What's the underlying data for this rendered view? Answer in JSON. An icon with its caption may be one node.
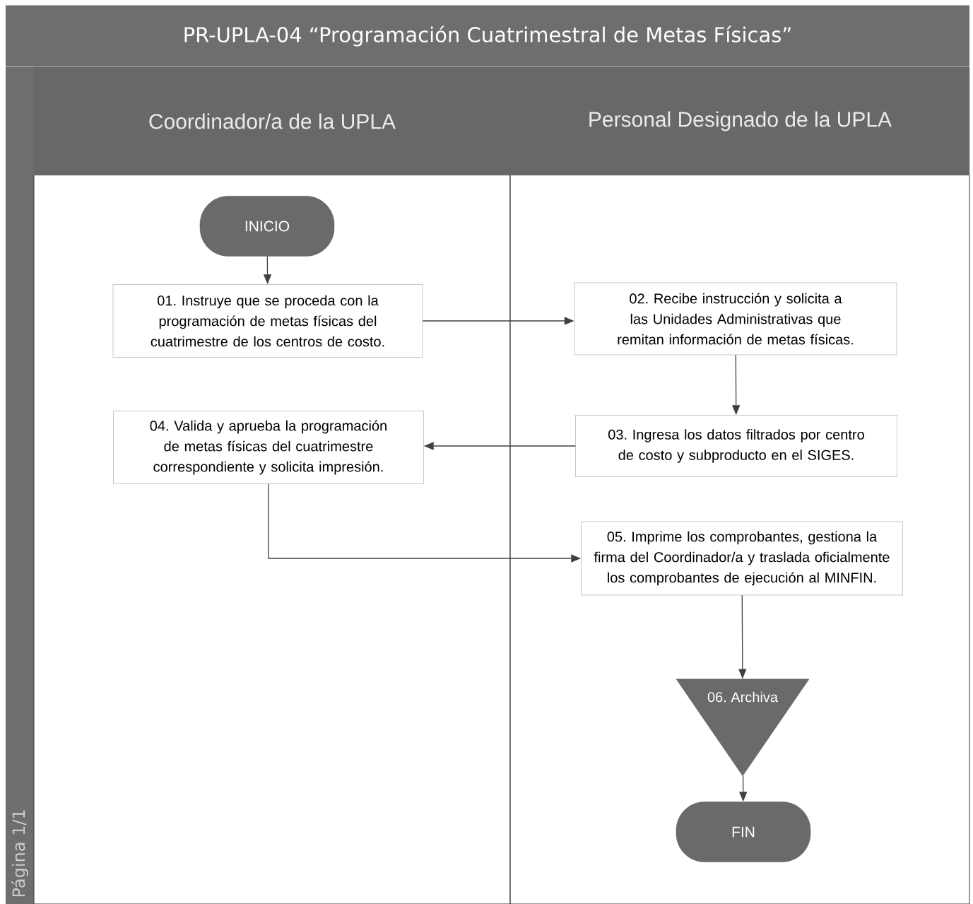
{
  "diagram": {
    "title": "PR-UPLA-04 “Programación Cuatrimestral de Metas Físicas”",
    "nodes": [
      {
        "text": [
          "Coordinador/a de la UPLA"
        ]
      },
      {
        "text": [
          "Personal Designado de la UPLA"
        ]
      },
      {
        "text": [
          "INICIO"
        ],
        "in": 0
      },
      {
        "text": [
          "01. Instruye que se proceda con la programación de metas físicas del cuatrimestre de los centros de costo."
        ],
        "in": 0
      },
      {
        "text": [
          "02. Recibe instrucción y solicita a las Unidades Administrativas que remitan información de metas físicas."
        ],
        "in": 1
      },
      {
        "text": [
          "03. Ingresa los datos filtrados por centro de costo y subproducto en el SIGES."
        ],
        "in": 1
      },
      {
        "text": [
          "04. Valida y aprueba la programación de metas físicas del cuatrimestre correspondiente y solicita impresión."
        ],
        "in": 0
      },
      {
        "text": [
          "05. Imprime los comprobantes, gestiona la firma del Coordinador/a y traslada oficialmente los comprobantes de ejecución al MINFIN."
        ],
        "in": 1
      },
      {
        "text": [
          "06. Archiva"
        ],
        "in": 1
      },
      {
        "text": [
          "FIN"
        ],
        "in": 1
      }
    ],
    "edges": [
      {
        "from": 2,
        "to": 3,
        "arrow": "to"
      },
      {
        "from": 3,
        "to": 4,
        "arrow": "to"
      },
      {
        "from": 4,
        "to": 5,
        "arrow": "to"
      },
      {
        "from": 5,
        "to": 6,
        "arrow": "to"
      },
      {
        "from": 6,
        "to": 7,
        "arrow": "to"
      },
      {
        "from": 7,
        "to": 8,
        "arrow": "to"
      },
      {
        "from": 8,
        "to": 9,
        "arrow": "to"
      }
    ],
    "labels": [
      "Página 1/1"
    ]
  }
}
